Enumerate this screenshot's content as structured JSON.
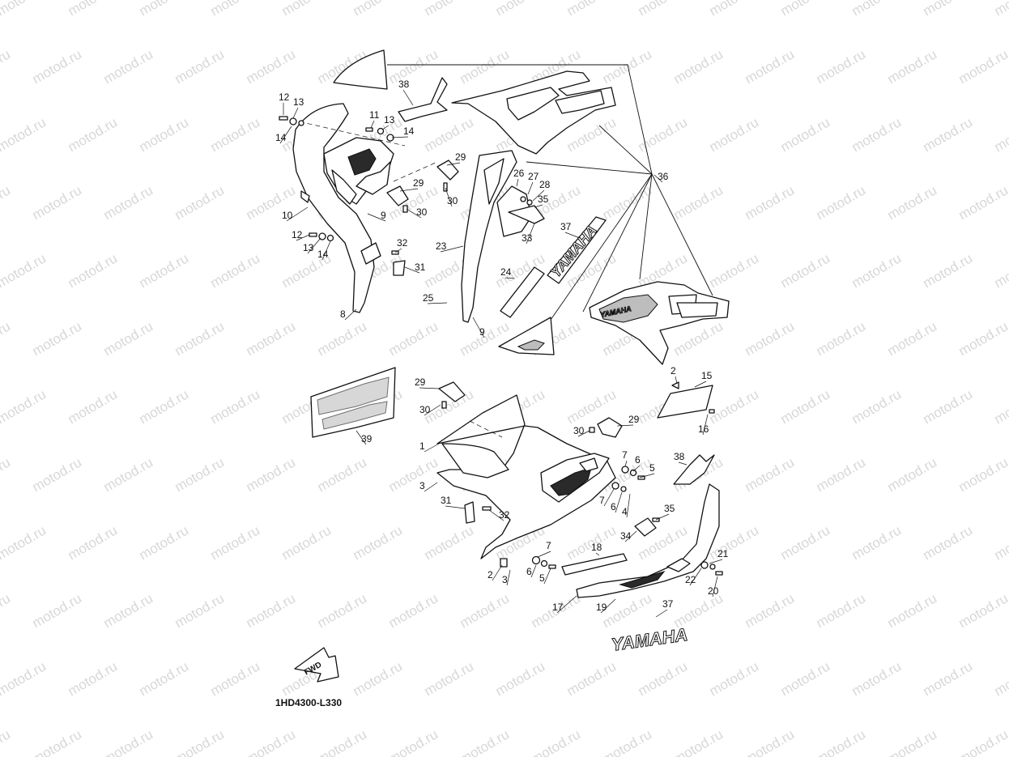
{
  "diagram_code": "1HD4300-L330",
  "watermark_text": "motod.ru",
  "fwd_label": "FWD",
  "decal_brand_front": "YAMAHA",
  "decal_brand_rear": "YAMAHA",
  "decal_brand_stripe": "YAMAHA",
  "callouts": [
    {
      "id": "c38a",
      "label": "38"
    },
    {
      "id": "c12a",
      "label": "12"
    },
    {
      "id": "c13a",
      "label": "13"
    },
    {
      "id": "c14a",
      "label": "14"
    },
    {
      "id": "c11",
      "label": "11"
    },
    {
      "id": "c13b",
      "label": "13"
    },
    {
      "id": "c14b",
      "label": "14"
    },
    {
      "id": "c29a",
      "label": "29"
    },
    {
      "id": "c29b",
      "label": "29"
    },
    {
      "id": "c30a",
      "label": "30"
    },
    {
      "id": "c30b",
      "label": "30"
    },
    {
      "id": "c10",
      "label": "10"
    },
    {
      "id": "c9a",
      "label": "9"
    },
    {
      "id": "c12b",
      "label": "12"
    },
    {
      "id": "c13c",
      "label": "13"
    },
    {
      "id": "c14c",
      "label": "14"
    },
    {
      "id": "c32a",
      "label": "32"
    },
    {
      "id": "c31a",
      "label": "31"
    },
    {
      "id": "c8",
      "label": "8"
    },
    {
      "id": "c26",
      "label": "26"
    },
    {
      "id": "c27",
      "label": "27"
    },
    {
      "id": "c28",
      "label": "28"
    },
    {
      "id": "c35a",
      "label": "35"
    },
    {
      "id": "c36",
      "label": "36"
    },
    {
      "id": "c37a",
      "label": "37"
    },
    {
      "id": "c33",
      "label": "33"
    },
    {
      "id": "c23",
      "label": "23"
    },
    {
      "id": "c24",
      "label": "24"
    },
    {
      "id": "c25",
      "label": "25"
    },
    {
      "id": "c9b",
      "label": "9"
    },
    {
      "id": "c2a",
      "label": "2"
    },
    {
      "id": "c15",
      "label": "15"
    },
    {
      "id": "c16",
      "label": "16"
    },
    {
      "id": "c29c",
      "label": "29"
    },
    {
      "id": "c30c",
      "label": "30"
    },
    {
      "id": "c39",
      "label": "39"
    },
    {
      "id": "c30d",
      "label": "30"
    },
    {
      "id": "c29d",
      "label": "29"
    },
    {
      "id": "c1",
      "label": "1"
    },
    {
      "id": "c7a",
      "label": "7"
    },
    {
      "id": "c6a",
      "label": "6"
    },
    {
      "id": "c5a",
      "label": "5"
    },
    {
      "id": "c38b",
      "label": "38"
    },
    {
      "id": "c3a",
      "label": "3"
    },
    {
      "id": "c7b",
      "label": "7"
    },
    {
      "id": "c6b",
      "label": "6"
    },
    {
      "id": "c4",
      "label": "4"
    },
    {
      "id": "c31b",
      "label": "31"
    },
    {
      "id": "c32b",
      "label": "32"
    },
    {
      "id": "c35b",
      "label": "35"
    },
    {
      "id": "c34",
      "label": "34"
    },
    {
      "id": "c7c",
      "label": "7"
    },
    {
      "id": "c18",
      "label": "18"
    },
    {
      "id": "c2b",
      "label": "2"
    },
    {
      "id": "c3b",
      "label": "3"
    },
    {
      "id": "c6c",
      "label": "6"
    },
    {
      "id": "c5b",
      "label": "5"
    },
    {
      "id": "c21",
      "label": "21"
    },
    {
      "id": "c22",
      "label": "22"
    },
    {
      "id": "c20",
      "label": "20"
    },
    {
      "id": "c17",
      "label": "17"
    },
    {
      "id": "c19",
      "label": "19"
    },
    {
      "id": "c37b",
      "label": "37"
    }
  ]
}
